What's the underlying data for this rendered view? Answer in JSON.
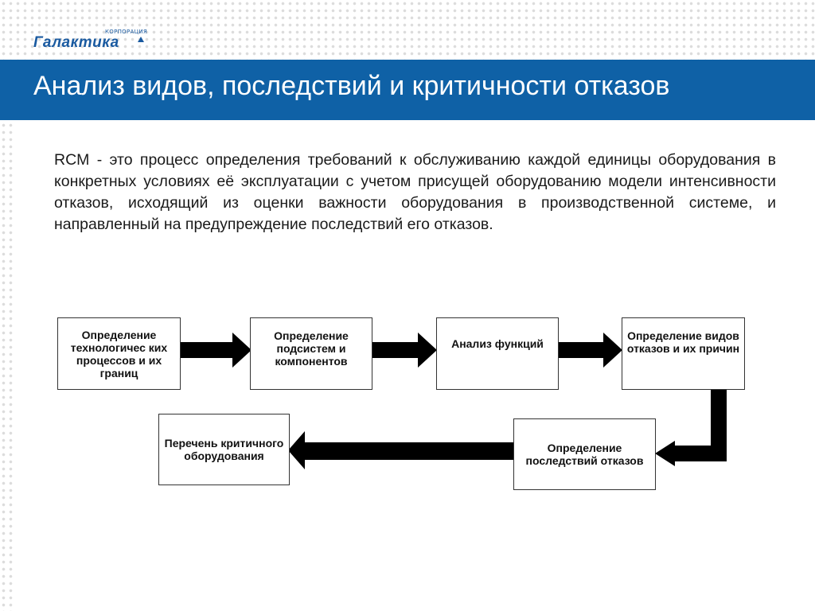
{
  "logo": {
    "corp_label": "КОРПОРАЦИЯ",
    "name": "Галактика"
  },
  "title": "Анализ видов, последствий и критичности отказов",
  "description": "RCM - это процесс определения требований к обслуживанию каждой единицы оборудования в конкретных условиях её эксплуатации с учетом присущей оборудованию модели интенсивности отказов, исходящий из оценки важности оборудования в производственной системе, и направленный на предупреждение последствий его отказов.",
  "diagram": {
    "steps": [
      "Определение технологичес ких процессов и их границ",
      "Определение подсистем и компонентов",
      "Анализ функций",
      "Определение видов отказов и их причин",
      "Определение последствий отказов",
      "Перечень критичного оборудования"
    ],
    "arrow_color": "#000000"
  }
}
